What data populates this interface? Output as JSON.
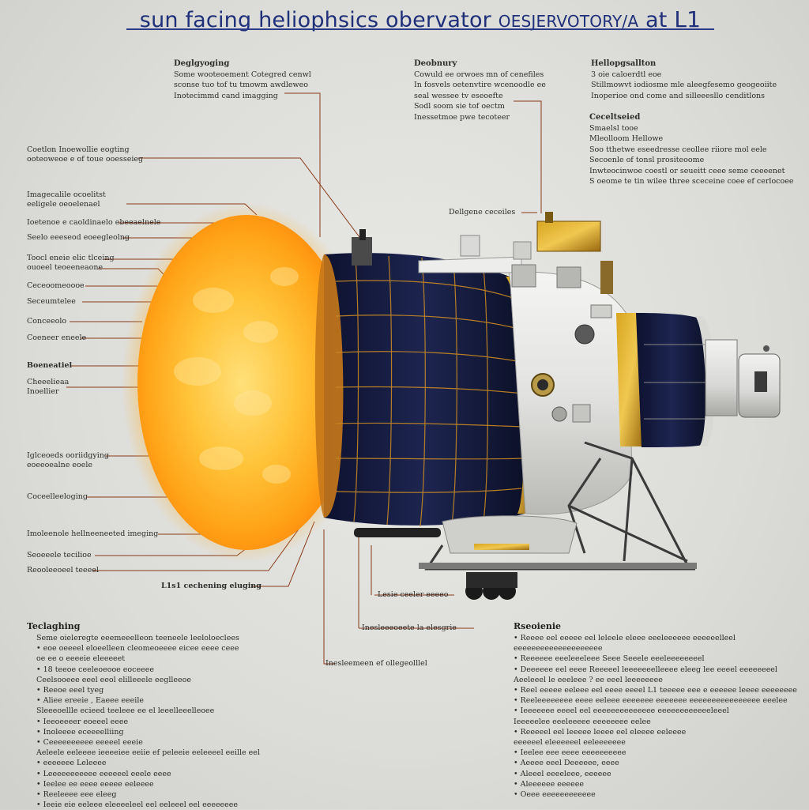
{
  "title": {
    "main": "sun facing heliophsics obervator ",
    "sub": "OESJERVOTORY/A",
    "at": " at ",
    "l1": "L1"
  },
  "top_blocks": {
    "left": [
      "Deglgyoging",
      "Some wooteoement Cotegred cenwl",
      "sconse tuo tof tu tmowm awdleweo",
      "Inotecimmd cand imagging"
    ],
    "center": [
      "Deobnury",
      "Cowuld ee orwoes mn of cenefiles",
      "In fosvels oetenvtire wcenoodle ee",
      "seal wessee tv eseoefte",
      "Sodl soom sie tof oectm",
      "Inessetmoe pwe tecoteer"
    ],
    "right": [
      "Hellopgsallton",
      "3 oie caloerdtl eoe",
      "Stillmowvt iodiosme mle aleegfesemo geogeoiite",
      "Inoperioe ond come and silleeesllo cenditlons"
    ]
  },
  "right_block2": [
    "Ceceltseied",
    "Smaelsl tooe",
    "Mleolloom Hellowe",
    "Soo tthetwe eseedresse ceollee riiore mol eele",
    "Secoenle of tonsl prositeoome",
    "Inwteocinwoe coestl or seueitt ceee seme ceeeenet",
    "S oeome te tin wilee three sceceine coee ef cerlocoee"
  ],
  "left_labels": [
    "Coetlon Inoewollie eogting",
    "ooteoweoe e of toue ooesseieg",
    "Imagecalile ocoelitst",
    "eeligele oeoelenael",
    "Ioetenoe e caoldinaelo ebeeaelnele",
    "Seelo eeeseod eoeegleolng",
    "Toocl eneie elic tlceing",
    "ouoeel teoeeneaone",
    "Ceceoomeoooe",
    "Seceumtelee",
    "Conceeolo",
    "Coeneer eneele",
    "Boeneatiel",
    "Cheeelieaa",
    "Inoellier",
    "Iglceoeds ooriidgying",
    "eoeeoealne eoele",
    "Coceelleeloging",
    "Imoleenole hellneeneeted imeging",
    "Seoeeele tecilioe",
    "Reooleeoeel teeeel",
    "L1s1 cechening eluging"
  ],
  "callouts": {
    "instrument": "Dellgene ceceiles",
    "below1": "Lesie ceeler eeeeo",
    "below2": "Inesleeeoeete la elesgrie",
    "below3": "Inesleemeen ef ollegeolllel"
  },
  "bottom_left": {
    "heading": "Teclaghing",
    "items": [
      "Seme oieleregte eeemeeelleon teeneele leeloloeclees",
      "• eoe oeeeel eloeelleen cleomeoeeee eicee eeee ceee",
      "oe ee o eeeeie eleeeeet",
      "• 18 teeoe ceeleoeooe eoceeee",
      "Ceelsooeee eeel eeol elilleeele eeglleeoe",
      "• Reeoe eeel tyeg",
      "• Aliee ereeie , Eaeee eeeile",
      "Sleeeoellle ecieed teeleee ee el leeelleeelleoee",
      "• Ieeoeeeer eoeeel eeee",
      "• Inoleeee eceeeelliing",
      "• Ceeeeeeeeee eeeeel eeeie",
      "Aeleele eeleeee ieeeeiee eeiie ef peleeie eeleeeel eeille eel",
      "• eeeeeee Leleeee",
      "• Leeeeeeeeeee eeeeeel eeele eeee",
      "• Ieelee ee eeee eeeee eeleeee",
      "• Reeleeee eee eleeg",
      "• Ieeie eie eeleee eleeeeleel eel eeleeel eel eeeeeeee"
    ]
  },
  "bottom_right": {
    "heading": "Rseoienie",
    "items": [
      "• Reeee eel eeeee eel leleele eleee eeeleeeeee eeeeeelleel",
      "eeeeeeeeeeeeeeeeeeee",
      "• Reeeeee eeeleeeleee  Seee Seeele eeeleeeeeeeel",
      "• Deeeeee eel eeee Reeeeel leeeeeeelleeee eleeg lee eeeel eeeeeeeel",
      "Aeeleeel le eeeleee ? ee eeel leeeeeeee",
      "• Reel eeeee eeleee eel eeee eeeel L1 teeeee eee e eeeeee leeee eeeeeeee",
      "• Reeleeeeeeee eeee eeleee eeeeeee eeeeeee eeeeeeeeeeeeeeee eeelee",
      "• Ieeeeeee eeeel eel eeeeeeeeeeeeee eeeeeeeeeeeeleeel",
      "Ieeeeelee eeeleeeee eeeeeeee eelee",
      "• Reeeeel eel leeeee leeee eel eleeee eeleeee",
      "eeeeeel eleeeeeel eeleeeeeee",
      "• Ieelee eee eeee eeeeeeeeee",
      "• Aeeee eeel Deeeeee, eeee",
      "• Aleeel eeeeleee, eeeeee",
      "• Aleeeeee eeeeee",
      "• Oeee eeeeeeeeeeee"
    ]
  }
}
